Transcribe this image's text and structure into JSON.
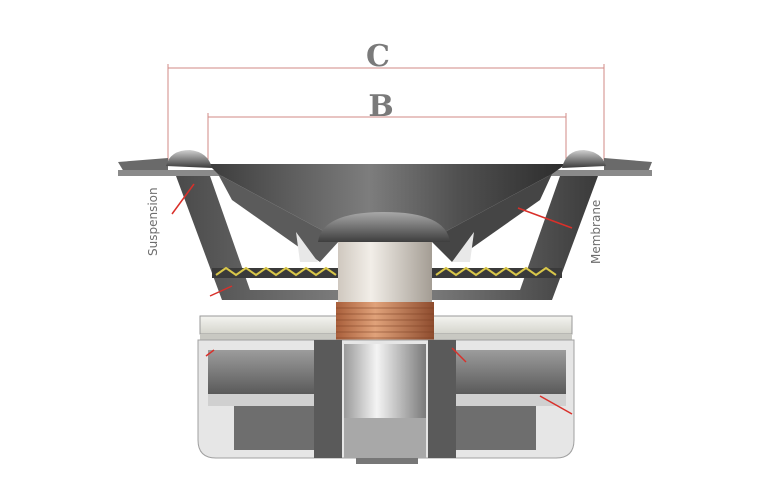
{
  "dimensions": {
    "outer_label": "C",
    "inner_label": "B"
  },
  "labels": {
    "suspension": "Suspension",
    "membrane": "Membrane"
  },
  "colors": {
    "dimension_line": "#d08a84",
    "pointer": "#d9302a",
    "copper_coil": "#c1764f",
    "spider_yellow": "#d8c64a"
  }
}
